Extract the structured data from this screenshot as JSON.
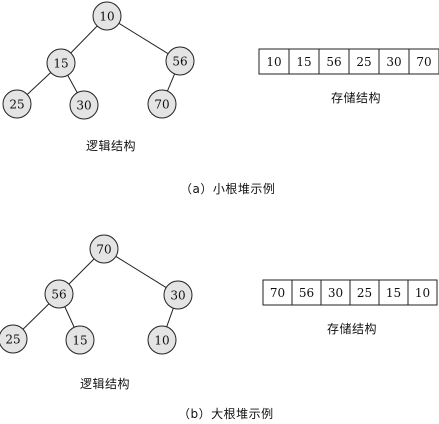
{
  "figure_a": {
    "tree_nodes": [
      "10",
      "15",
      "56",
      "25",
      "30",
      "70"
    ],
    "array_cells": [
      "10",
      "15",
      "56",
      "25",
      "30",
      "70"
    ],
    "storage_label": "存储结构",
    "logic_label": "逻辑结构",
    "caption": "（a）小根堆示例"
  },
  "figure_b": {
    "tree_nodes": [
      "70",
      "56",
      "30",
      "25",
      "15",
      "10"
    ],
    "array_cells": [
      "70",
      "56",
      "30",
      "25",
      "15",
      "10"
    ],
    "storage_label": "存储结构",
    "logic_label": "逻辑结构",
    "caption": "（b）大根堆示例"
  },
  "colors": {
    "node_fill": "#e4e4e4",
    "stroke": "#222222"
  }
}
